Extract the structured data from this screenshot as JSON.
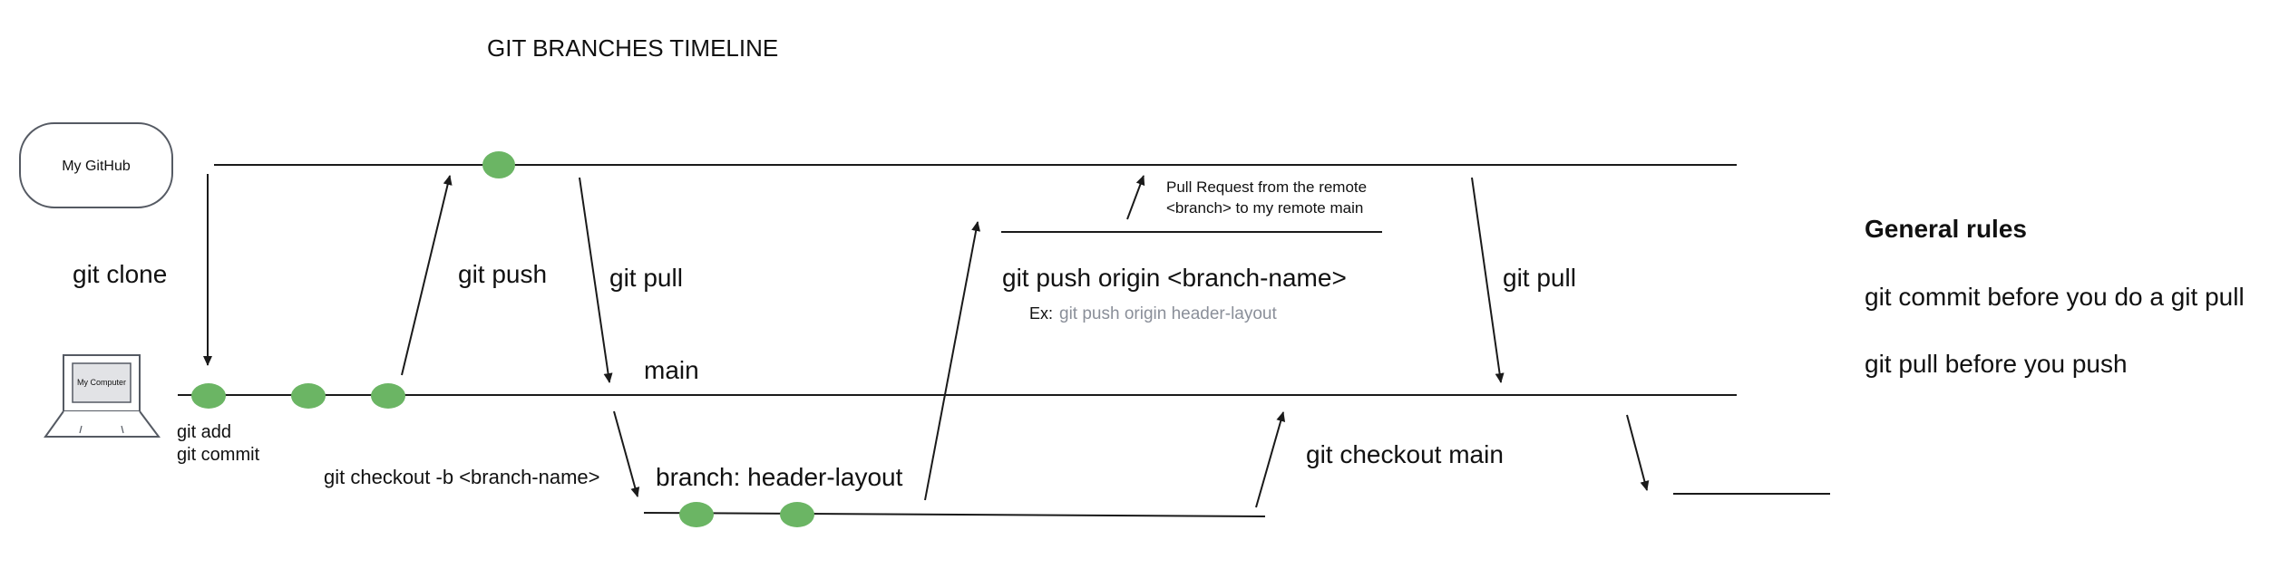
{
  "title": "GIT BRANCHES TIMELINE",
  "nodes": {
    "github": "My GitHub",
    "computer": "My Computer"
  },
  "labels": {
    "git_clone": "git clone",
    "git_push": "git push",
    "git_pull_1": "git pull",
    "git_pull_2": "git pull",
    "main": "main",
    "git_add": "git add",
    "git_commit": "git commit",
    "checkout_branch": "git checkout -b <branch-name>",
    "branch_name": "branch: header-layout",
    "push_origin": "git push origin <branch-name>",
    "example_prefix": "Ex:",
    "example_value": "git push origin header-layout",
    "pr_line1": "Pull Request from the remote",
    "pr_line2": "<branch> to my remote main",
    "checkout_main": "git checkout main"
  },
  "rules": {
    "heading": "General rules",
    "items": [
      "git commit before you do a git pull",
      "git pull before you push"
    ]
  },
  "colors": {
    "commit": "#6bb564",
    "line": "#1a1a1a",
    "muted_text": "#8a8f99"
  }
}
